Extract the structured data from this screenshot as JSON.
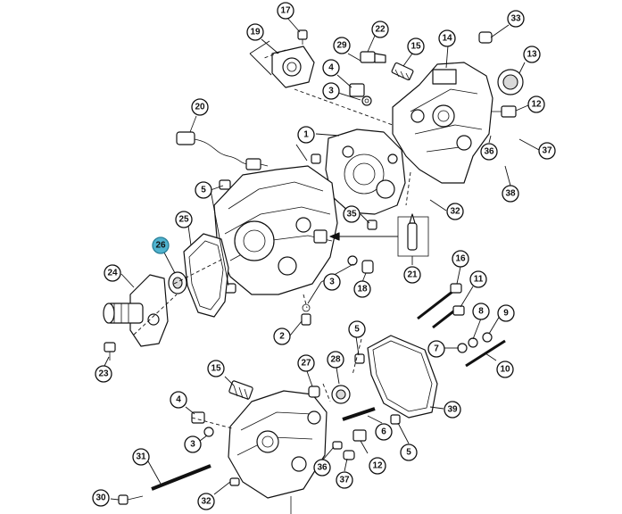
{
  "callouts": [
    {
      "label": "17",
      "highlight": false
    },
    {
      "label": "19",
      "highlight": false
    },
    {
      "label": "22",
      "highlight": false
    },
    {
      "label": "29",
      "highlight": false
    },
    {
      "label": "15",
      "highlight": false
    },
    {
      "label": "14",
      "highlight": false
    },
    {
      "label": "33",
      "highlight": false
    },
    {
      "label": "13",
      "highlight": false
    },
    {
      "label": "4",
      "highlight": false
    },
    {
      "label": "3",
      "highlight": false
    },
    {
      "label": "12",
      "highlight": false
    },
    {
      "label": "20",
      "highlight": false
    },
    {
      "label": "1",
      "highlight": false
    },
    {
      "label": "37",
      "highlight": false
    },
    {
      "label": "36",
      "highlight": false
    },
    {
      "label": "38",
      "highlight": false
    },
    {
      "label": "5",
      "highlight": false
    },
    {
      "label": "32",
      "highlight": false
    },
    {
      "label": "35",
      "highlight": false
    },
    {
      "label": "25",
      "highlight": false
    },
    {
      "label": "26",
      "highlight": true
    },
    {
      "label": "21",
      "highlight": false
    },
    {
      "label": "24",
      "highlight": false
    },
    {
      "label": "18",
      "highlight": false
    },
    {
      "label": "3",
      "highlight": false
    },
    {
      "label": "16",
      "highlight": false
    },
    {
      "label": "11",
      "highlight": false
    },
    {
      "label": "2",
      "highlight": false
    },
    {
      "label": "8",
      "highlight": false
    },
    {
      "label": "9",
      "highlight": false
    },
    {
      "label": "5",
      "highlight": false
    },
    {
      "label": "7",
      "highlight": false
    },
    {
      "label": "23",
      "highlight": false
    },
    {
      "label": "10",
      "highlight": false
    },
    {
      "label": "15",
      "highlight": false
    },
    {
      "label": "27",
      "highlight": false
    },
    {
      "label": "28",
      "highlight": false
    },
    {
      "label": "39",
      "highlight": false
    },
    {
      "label": "4",
      "highlight": false
    },
    {
      "label": "6",
      "highlight": false
    },
    {
      "label": "3",
      "highlight": false
    },
    {
      "label": "5",
      "highlight": false
    },
    {
      "label": "31",
      "highlight": false
    },
    {
      "label": "36",
      "highlight": false
    },
    {
      "label": "12",
      "highlight": false
    },
    {
      "label": "37",
      "highlight": false
    },
    {
      "label": "30",
      "highlight": false
    },
    {
      "label": "32",
      "highlight": false
    }
  ],
  "colors": {
    "highlight": "#4fb3cf",
    "ink": "#111111"
  }
}
